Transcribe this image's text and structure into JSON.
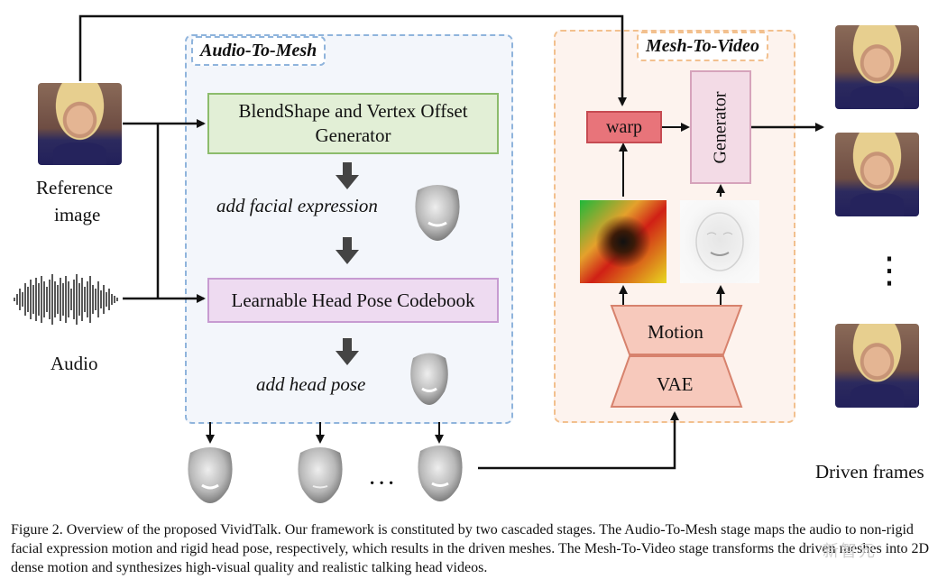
{
  "inputs": {
    "reference_label_line1": "Reference",
    "reference_label_line2": "image",
    "audio_label": "Audio"
  },
  "audio_to_mesh": {
    "title": "Audio-To-Mesh",
    "blendshape_line1": "BlendShape and Vertex Offset",
    "blendshape_line2": "Generator",
    "step1": "add facial expression",
    "codebook": "Learnable Head Pose Codebook",
    "step2": "add head pose",
    "ellipsis": ". . ."
  },
  "mesh_to_video": {
    "title": "Mesh-To-Video",
    "warp": "warp",
    "generator": "Generator",
    "motion": "Motion",
    "vae": "VAE"
  },
  "outputs": {
    "driven_frames_label": "Driven frames",
    "vertical_ellipsis": "⋮"
  },
  "caption": "Figure 2. Overview of the proposed VividTalk. Our framework is constituted by two cascaded stages. The Audio-To-Mesh stage maps the audio to non-rigid facial expression motion and rigid head pose, respectively, which results in the driven meshes. The Mesh-To-Video stage transforms the driven meshes into 2D dense motion and synthesizes high-visual quality and realistic talking head videos.",
  "watermark": "新智元",
  "colors": {
    "audio_to_mesh_border": "#8fb4dc",
    "audio_to_mesh_fill": "#f3f6fb",
    "mesh_to_video_border": "#f2c08e",
    "mesh_to_video_fill": "#fdf3ee",
    "blendshape_fill": "#e2efd6",
    "blendshape_border": "#8cbc6c",
    "codebook_fill": "#eedbf1",
    "codebook_border": "#c79bd1",
    "warp_fill": "#e8747a",
    "warp_border": "#c64b52",
    "generator_fill": "#f3dbe6",
    "generator_border": "#d6a3bb",
    "vae_fill": "#f7c9bc",
    "vae_border": "#d7826d",
    "arrow": "#111111"
  }
}
